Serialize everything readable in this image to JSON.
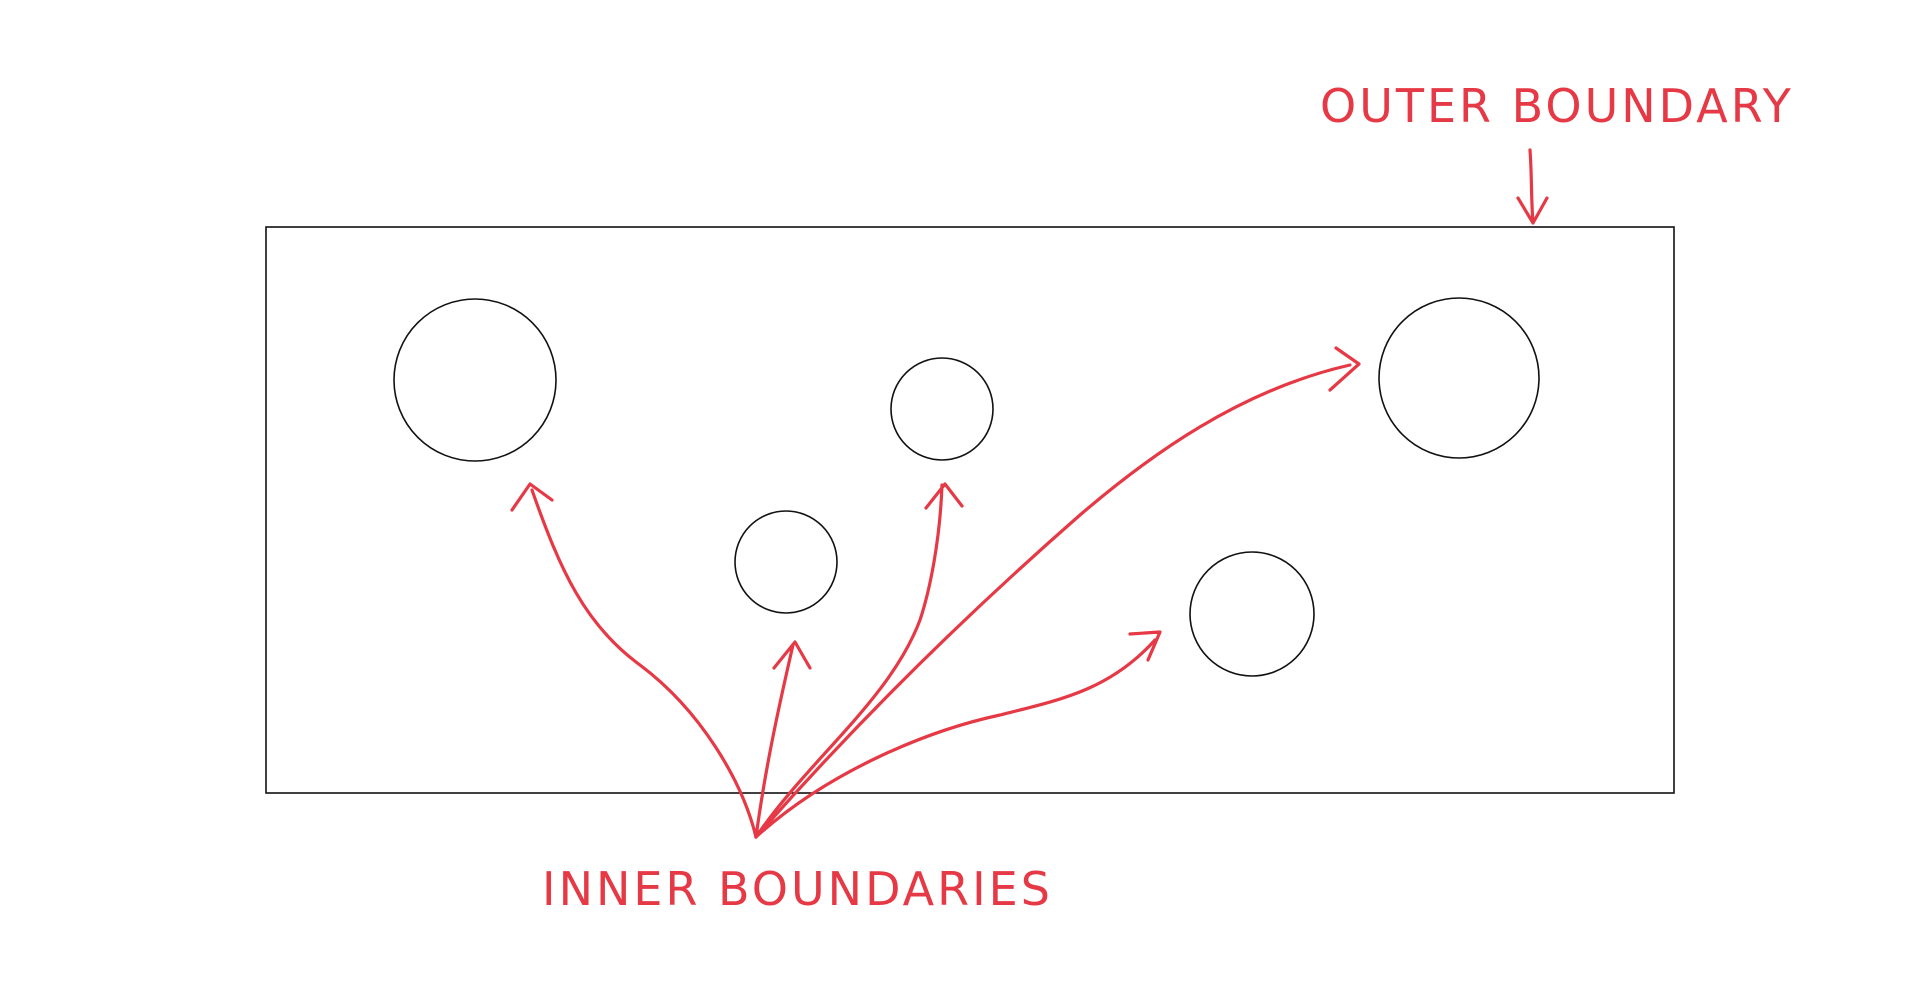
{
  "colors": {
    "annotation": "#e63946",
    "outline": "#111111",
    "background": "#ffffff"
  },
  "labels": {
    "outer": "OUTER BOUNDARY",
    "inner": "INNER BOUNDARIES"
  },
  "shapes": {
    "outer_boundary": "rectangle",
    "inner_boundaries": [
      "circle",
      "circle",
      "circle",
      "circle",
      "circle"
    ]
  }
}
